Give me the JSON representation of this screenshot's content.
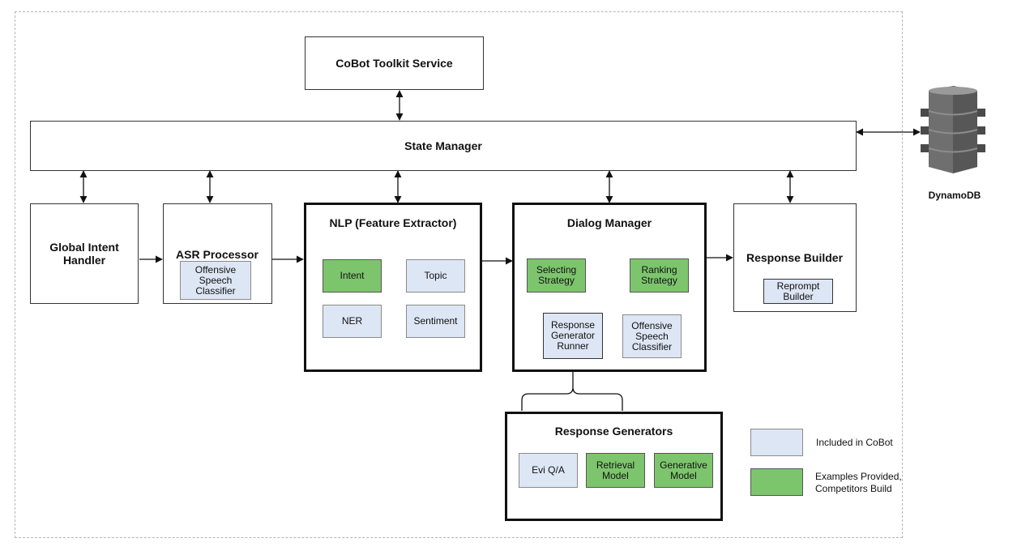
{
  "cobot_service": "CoBot Toolkit Service",
  "state_manager": "State Manager",
  "dynamodb": "DynamoDB",
  "global_intent": "Global Intent\nHandler",
  "asr": {
    "title": "ASR Processor",
    "offensive": "Offensive\nSpeech\nClassifier"
  },
  "nlp": {
    "title": "NLP (Feature Extractor)",
    "intent": "Intent",
    "topic": "Topic",
    "ner": "NER",
    "sentiment": "Sentiment"
  },
  "dialog": {
    "title": "Dialog Manager",
    "selecting": "Selecting\nStrategy",
    "ranking": "Ranking\nStrategy",
    "runner": "Response\nGenerator\nRunner",
    "offensive": "Offensive\nSpeech\nClassifier"
  },
  "response_builder": {
    "title": "Response Builder",
    "reprompt": "Reprompt\nBuilder"
  },
  "generators": {
    "title": "Response Generators",
    "evi": "Evi Q/A",
    "retrieval": "Retrieval\nModel",
    "generative": "Generative\nModel"
  },
  "legend": {
    "included": "Included in CoBot",
    "examples": "Examples Provided,\nCompetitors Build",
    "included_color": "#dde6f4",
    "examples_color": "#7dc56d"
  }
}
